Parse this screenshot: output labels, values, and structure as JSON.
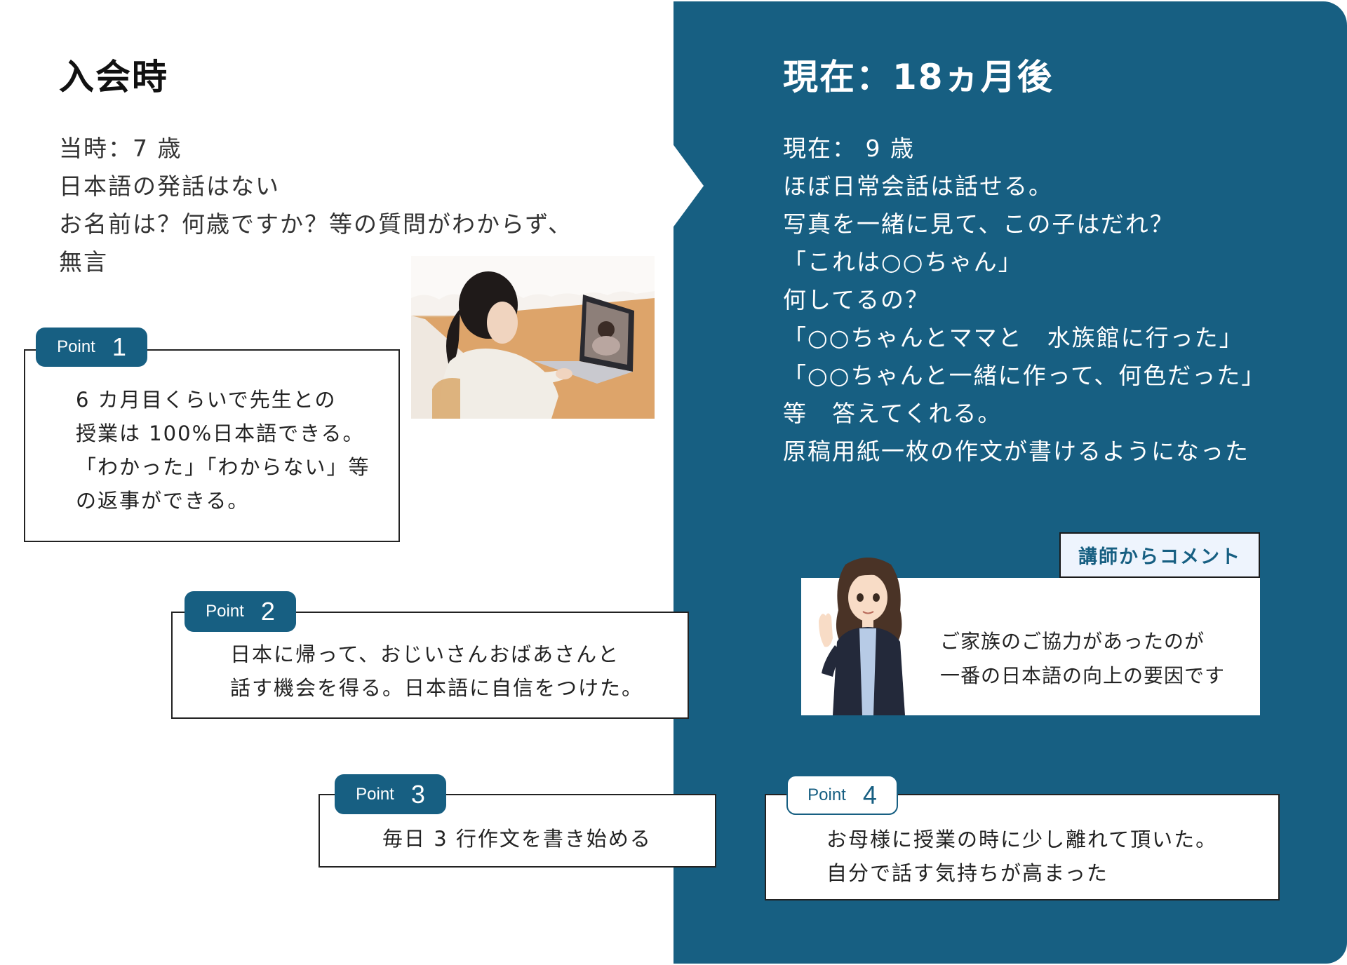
{
  "colors": {
    "panel_blue": "#175f82",
    "tab_blue": "#175f82",
    "comment_label_bg": "#eef4fd",
    "text_dark": "#333333",
    "text_light": "#ffffff"
  },
  "left": {
    "title": "入会時",
    "lines": [
      "当時：7 歳",
      "日本語の発話はない",
      "お名前は？何歳ですか？等の質問がわからず、",
      "無言"
    ],
    "photo": "girl-online-lesson-photo"
  },
  "right": {
    "title": "現在：18ヵ月後",
    "lines": [
      "現在： 9 歳",
      "ほぼ日常会話は話せる。",
      "写真を一緒に見て、この子はだれ？",
      "「これは○○ちゃん」",
      "何してるの？",
      "「○○ちゃんとママと　水族館に行った」",
      "「○○ちゃんと一緒に作って、何色だった」",
      "等　答えてくれる。",
      "原稿用紙一枚の作文が書けるようになった"
    ]
  },
  "points": [
    {
      "label": "Point",
      "number": "1",
      "lines": [
        "6 カ月目くらいで先生との",
        "授業は 100%日本語できる。",
        "「わかった」「わからない」等",
        "の返事ができる。"
      ]
    },
    {
      "label": "Point",
      "number": "2",
      "lines": [
        "日本に帰って、おじいさんおばあさんと",
        "話す機会を得る。日本語に自信をつけた。"
      ]
    },
    {
      "label": "Point",
      "number": "3",
      "lines": [
        "毎日 3 行作文を書き始める"
      ]
    },
    {
      "label": "Point",
      "number": "4",
      "lines": [
        "お母様に授業の時に少し離れて頂いた。",
        "自分で話す気持ちが高まった"
      ]
    }
  ],
  "comment": {
    "label": "講師からコメント",
    "lines": [
      "ご家族のご協力があったのが",
      "一番の日本語の向上の要因です"
    ],
    "avatar": "teacher-illustration"
  }
}
